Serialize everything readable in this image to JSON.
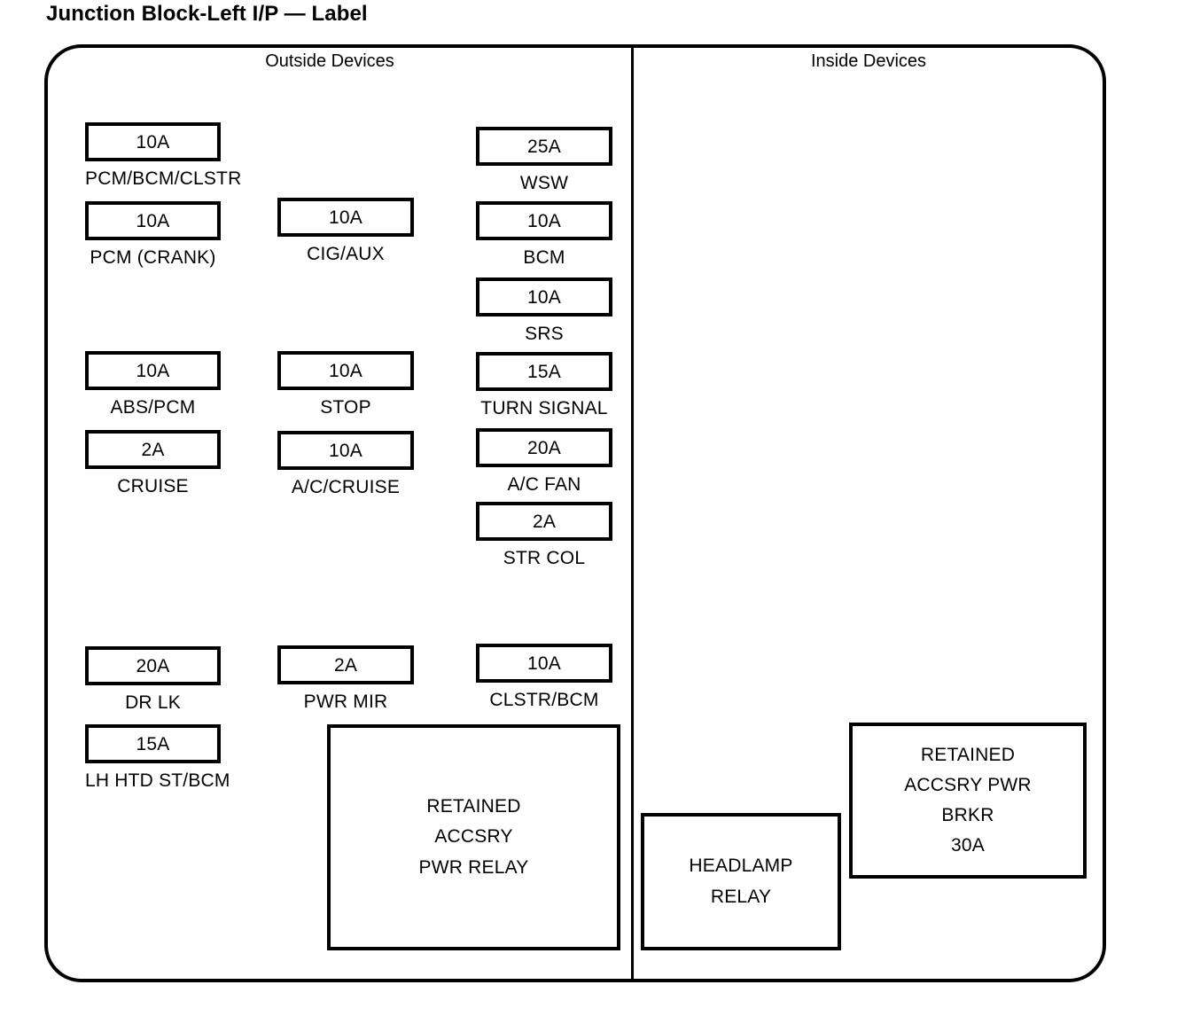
{
  "title": "Junction Block-Left I/P — Label",
  "sections": {
    "outside_heading": "Outside  Devices",
    "inside_heading": "Inside  Devices"
  },
  "columns": {
    "left": [
      {
        "rating": "10A",
        "label": "PCM/BCM/CLSTR"
      },
      {
        "rating": "10A",
        "label": "PCM (CRANK)"
      },
      {
        "rating": "10A",
        "label": "ABS/PCM"
      },
      {
        "rating": "2A",
        "label": "CRUISE"
      },
      {
        "rating": "20A",
        "label": "DR LK"
      },
      {
        "rating": "15A",
        "label": "LH HTD ST/BCM"
      }
    ],
    "middle": [
      {
        "rating": "10A",
        "label": "CIG/AUX"
      },
      {
        "rating": "10A",
        "label": "STOP"
      },
      {
        "rating": "10A",
        "label": "A/C/CRUISE"
      },
      {
        "rating": "2A",
        "label": "PWR MIR"
      }
    ],
    "right": [
      {
        "rating": "25A",
        "label": "WSW"
      },
      {
        "rating": "10A",
        "label": "BCM"
      },
      {
        "rating": "10A",
        "label": "SRS"
      },
      {
        "rating": "15A",
        "label": "TURN SIGNAL"
      },
      {
        "rating": "20A",
        "label": "A/C FAN"
      },
      {
        "rating": "2A",
        "label": "STR COL"
      },
      {
        "rating": "10A",
        "label": "CLSTR/BCM"
      }
    ]
  },
  "blocks": {
    "retained_accsry_pwr_relay": {
      "lines": [
        "RETAINED",
        "ACCSRY",
        "PWR RELAY"
      ]
    },
    "headlamp_relay": {
      "lines": [
        "HEADLAMP",
        "RELAY"
      ]
    },
    "retained_accsry_pwr_brkr": {
      "lines": [
        "RETAINED",
        "ACCSRY PWR",
        "BRKR",
        "30A"
      ]
    }
  }
}
